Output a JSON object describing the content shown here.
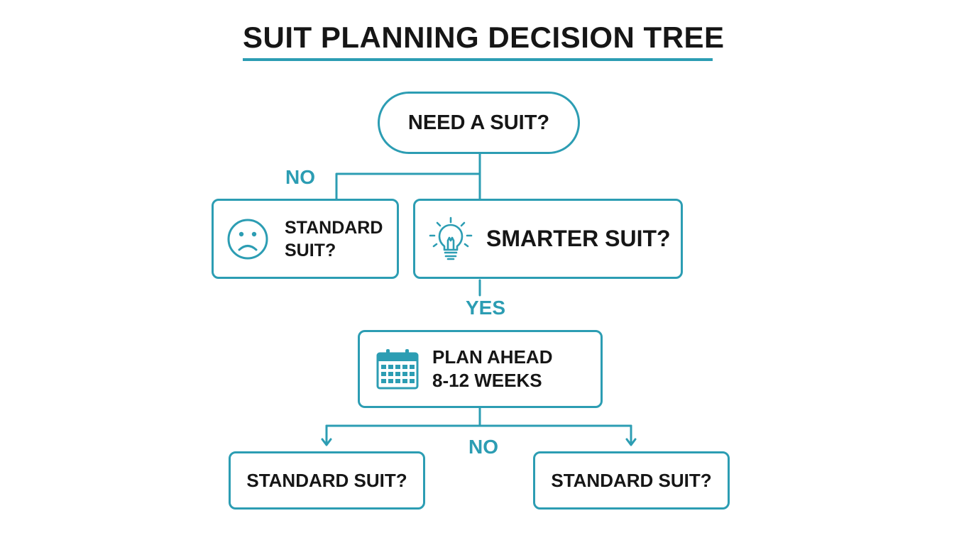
{
  "title": "SUIT PLANNING DECISION TREE",
  "colors": {
    "accent": "#2c9db3",
    "text": "#161616",
    "background": "#ffffff"
  },
  "nodes": {
    "root": {
      "label": "NEED A SUIT?"
    },
    "standard": {
      "lines": [
        "STANDARD",
        "SUIT?"
      ],
      "icon": "sad-face-icon"
    },
    "smarter": {
      "label": "SMARTER SUIT?",
      "icon": "lightbulb-icon"
    },
    "plan": {
      "lines": [
        "PLAN AHEAD",
        "8-12 WEEKS"
      ],
      "icon": "calendar-icon"
    },
    "bottom_left": {
      "label": "STANDARD SUIT?"
    },
    "bottom_right": {
      "label": "STANDARD SUIT?"
    }
  },
  "edges": {
    "no_top": "NO",
    "yes": "YES",
    "no_bottom": "NO"
  }
}
